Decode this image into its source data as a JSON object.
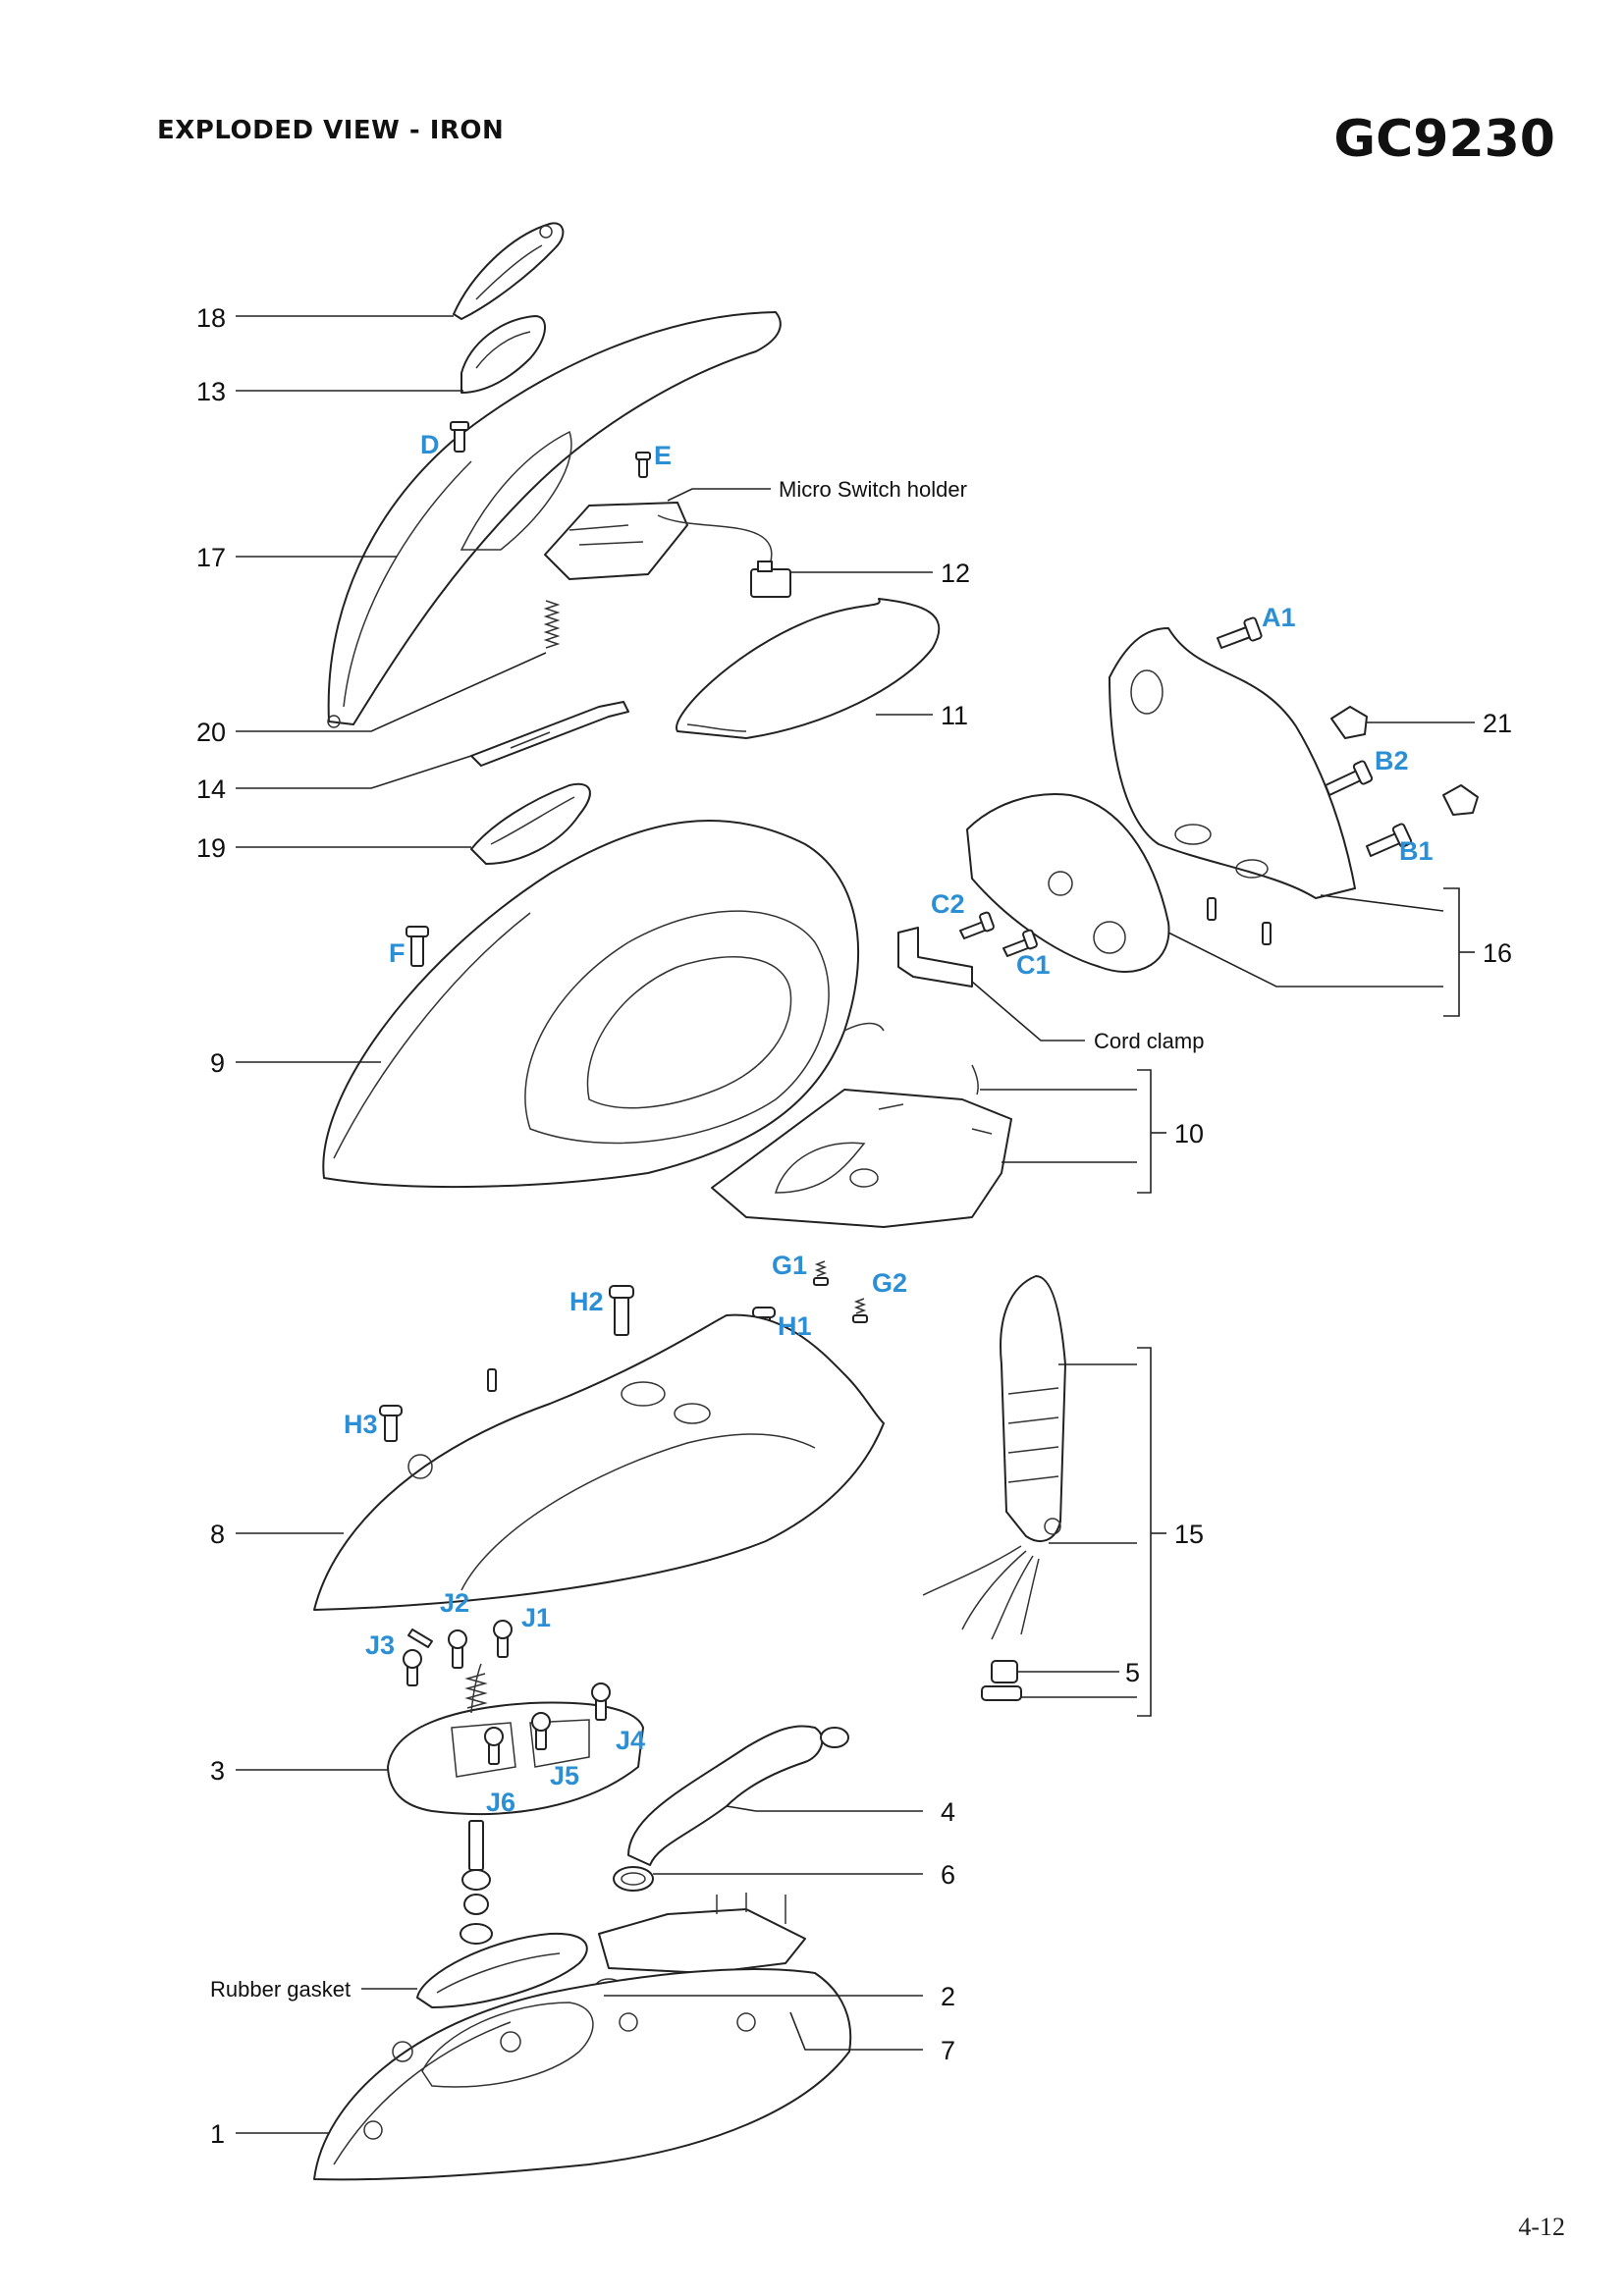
{
  "header": {
    "title": "EXPLODED VIEW - IRON",
    "model": "GC9230"
  },
  "page_number": "4-12",
  "colors": {
    "callout_blue": "#2b8fd6",
    "line": "#222222"
  },
  "labels": {
    "n18": "18",
    "n13": "13",
    "n17": "17",
    "n20": "20",
    "n14": "14",
    "n19": "19",
    "n9": "9",
    "n8": "8",
    "n3": "3",
    "n1": "1",
    "n12": "12",
    "n11": "11",
    "n21": "21",
    "n16": "16",
    "n10": "10",
    "n15": "15",
    "n5": "5",
    "n4": "4",
    "n6": "6",
    "n2": "2",
    "n7": "7",
    "micro_switch_holder": "Micro Switch holder",
    "cord_clamp": "Cord clamp",
    "rubber_gasket": "Rubber gasket"
  },
  "screw_labels": {
    "D": "D",
    "E": "E",
    "A1": "A1",
    "B2": "B2",
    "B1": "B1",
    "C2": "C2",
    "C1": "C1",
    "F": "F",
    "G1": "G1",
    "G2": "G2",
    "H2": "H2",
    "H1": "H1",
    "H3": "H3",
    "J2": "J2",
    "J1": "J1",
    "J3": "J3",
    "J4": "J4",
    "J5": "J5",
    "J6": "J6"
  }
}
